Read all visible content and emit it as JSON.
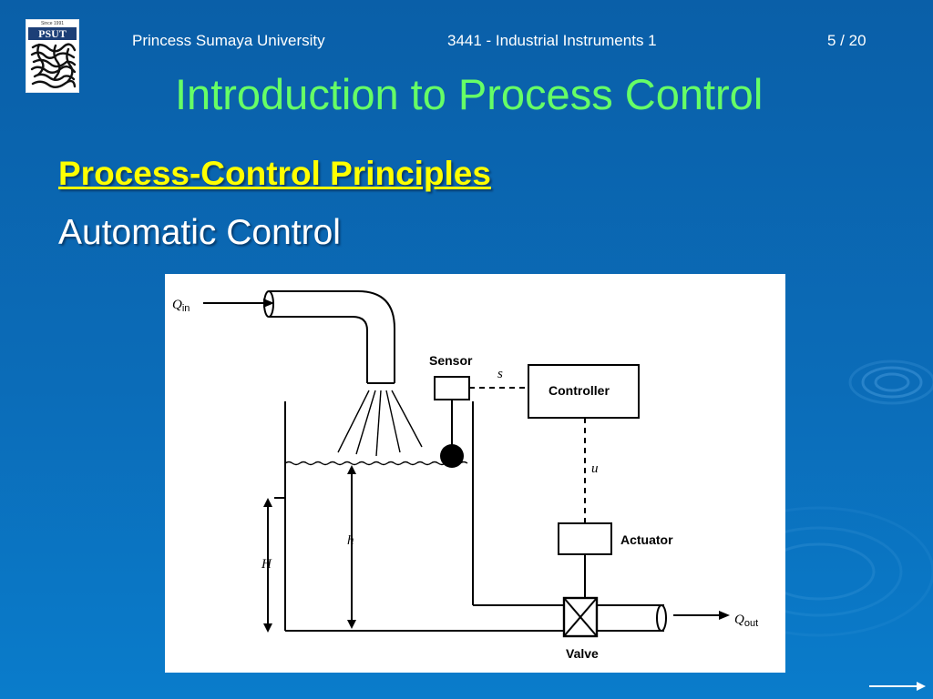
{
  "header": {
    "university": "Princess Sumaya University",
    "course": "3441 - Industrial Instruments 1",
    "page": "5 / 20"
  },
  "logo": {
    "since": "Since 1991",
    "name": "PSUT"
  },
  "title": "Introduction to Process Control",
  "subheading": "Process-Control Principles",
  "subtext": "Automatic Control",
  "diagram": {
    "q_in": "Q",
    "q_in_sub": "in",
    "q_out": "Q",
    "q_out_sub": "out",
    "sensor": "Sensor",
    "signal_s": "s",
    "controller": "Controller",
    "signal_u": "u",
    "actuator": "Actuator",
    "valve": "Valve",
    "level_h": "h",
    "height_H": "H"
  },
  "colors": {
    "background": "#0b6cb8",
    "title": "#66ff66",
    "subheading": "#ffff00",
    "text": "#ffffff"
  },
  "icons": [
    "psut-logo",
    "next-arrow-icon"
  ]
}
